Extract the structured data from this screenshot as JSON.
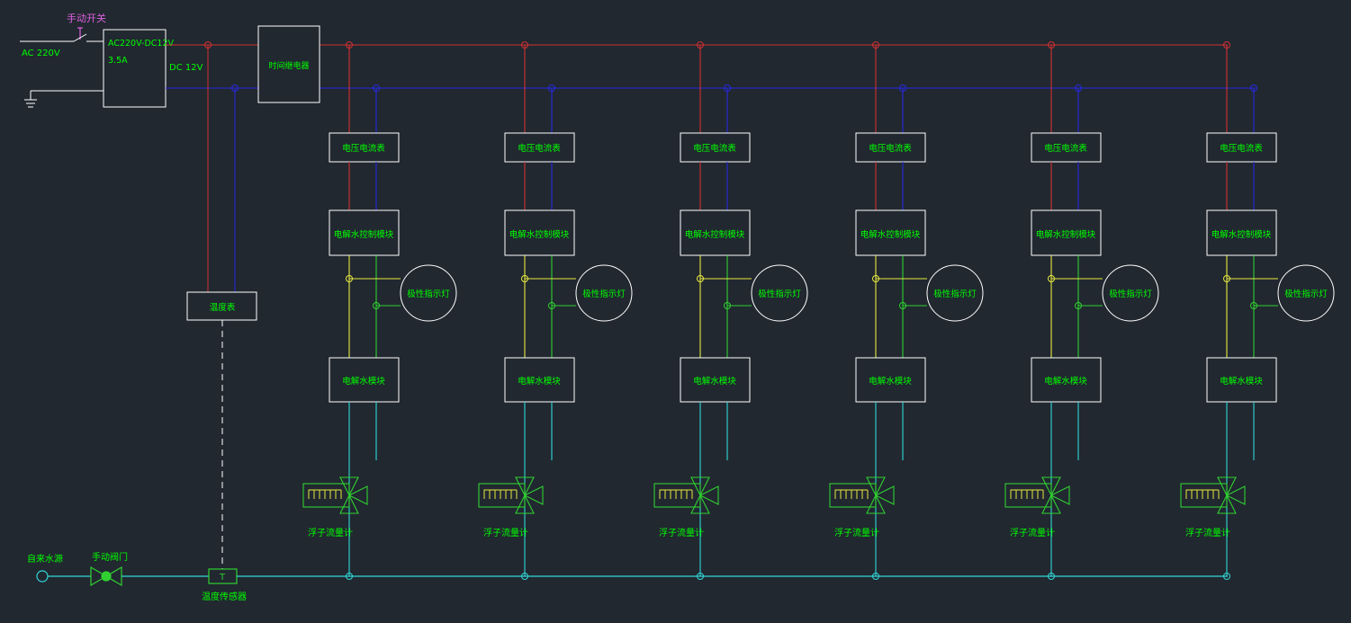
{
  "colors": {
    "background": "#212830",
    "label": "#00ff00",
    "box": "#ffffff",
    "positive_line": "#d23030",
    "negative_line": "#2828e0",
    "signal_line": "#e8e840",
    "green_line": "#30d030",
    "water_line": "#30d8d8",
    "switch_label": "#e060e0"
  },
  "power": {
    "switch_label": "手动开关",
    "ac_label": "AC 220V",
    "converter_label": "AC220V-DC12V",
    "converter_current": "3.5A",
    "dc_label": "DC 12V",
    "time_relay_label": "时间继电器",
    "thermometer_label": "温度表"
  },
  "water": {
    "source_label": "自来水源",
    "valve_label": "手动阀门",
    "sensor_label": "温度传感器",
    "sensor_mark": "T"
  },
  "unit_labels": {
    "meter": "电压电流表",
    "control": "电解水控制模块",
    "indicator": "极性指示灯",
    "module": "电解水模块",
    "flowmeter": "浮子流量计"
  },
  "units": [
    {
      "index": 1
    },
    {
      "index": 2
    },
    {
      "index": 3
    },
    {
      "index": 4
    },
    {
      "index": 5
    },
    {
      "index": 6
    }
  ]
}
